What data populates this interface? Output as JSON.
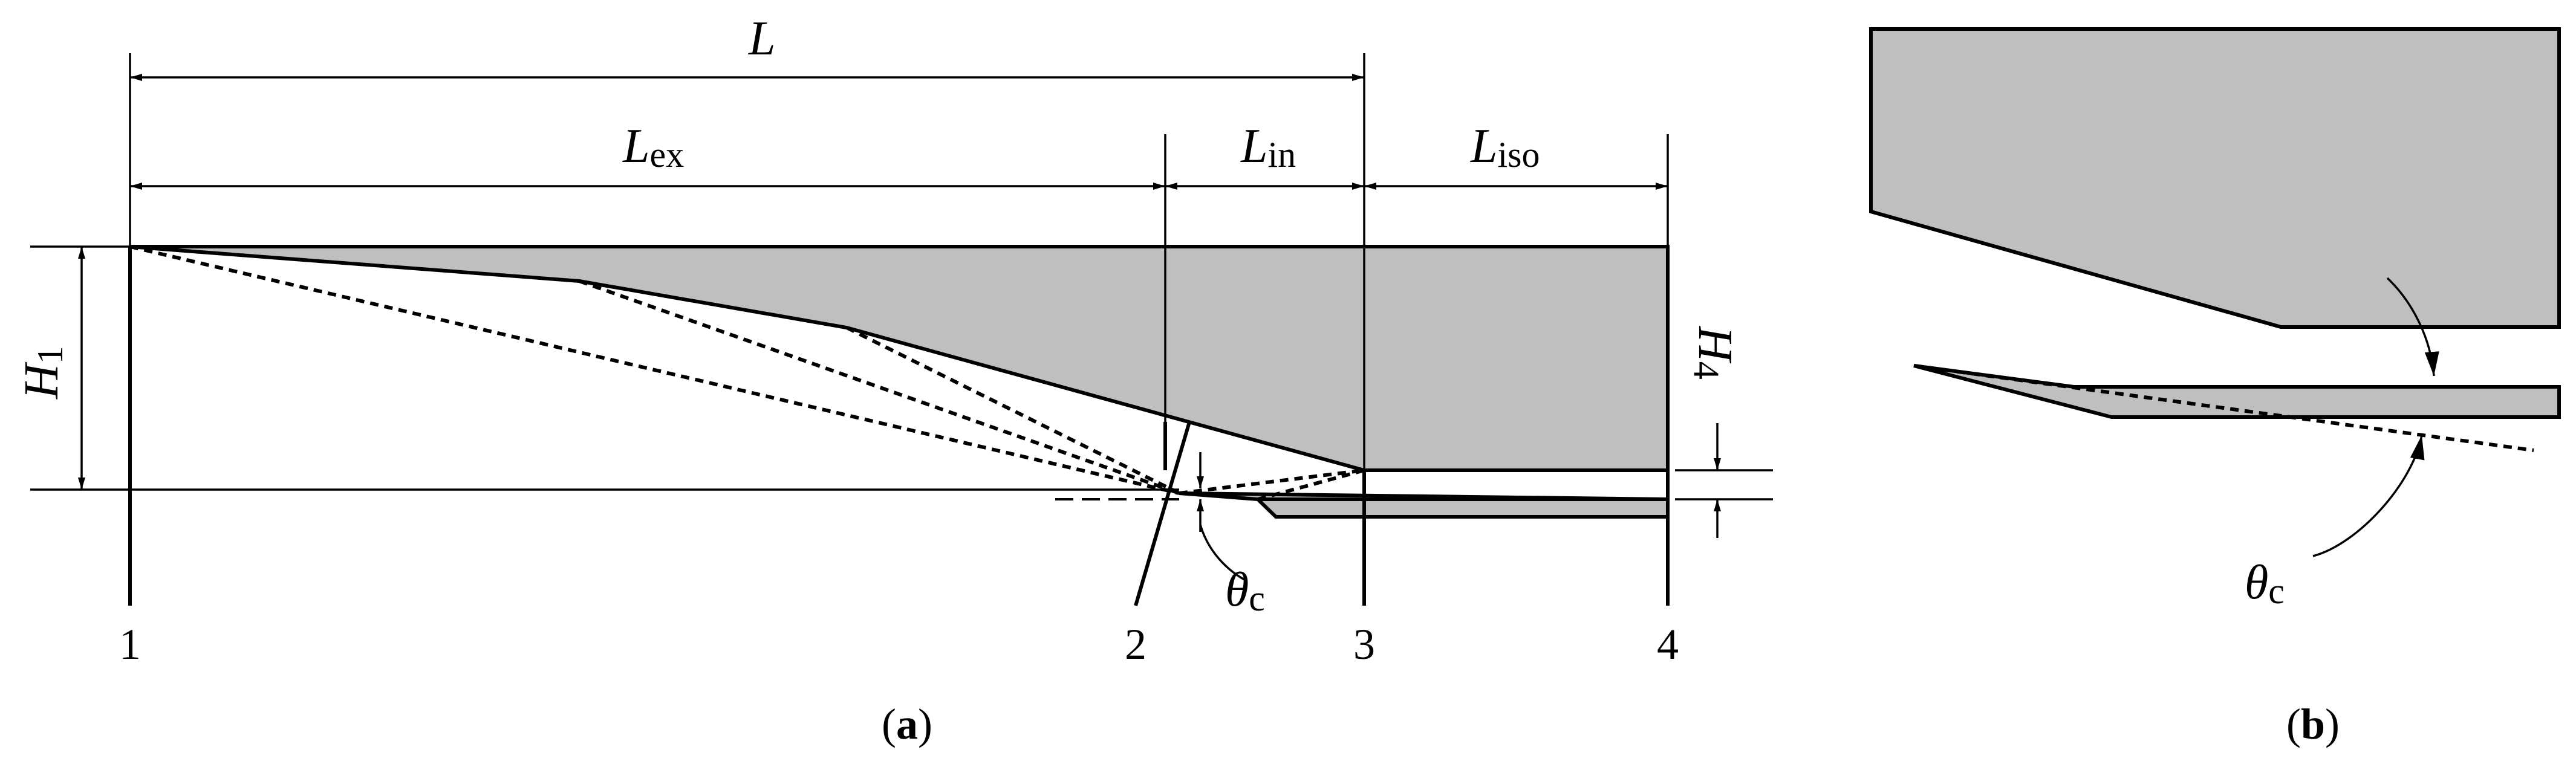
{
  "panel_a": {
    "caption_letter": "a",
    "dim_L": {
      "main": "L",
      "sub": ""
    },
    "dim_Lex": {
      "main": "L",
      "sub": "ex"
    },
    "dim_Lin": {
      "main": "L",
      "sub": "in"
    },
    "dim_Liso": {
      "main": "L",
      "sub": "iso"
    },
    "dim_H1": {
      "main": "H",
      "sub": "1"
    },
    "dim_H4": {
      "main": "H",
      "sub": "4"
    },
    "angle": {
      "main": "θ",
      "sub": "c"
    },
    "stations": [
      "1",
      "2",
      "3",
      "4"
    ]
  },
  "panel_b": {
    "caption_letter": "b",
    "angle": {
      "main": "θ",
      "sub": "c"
    }
  },
  "colors": {
    "fill": "#bfbfbf",
    "line": "#000000",
    "background": "#ffffff"
  }
}
